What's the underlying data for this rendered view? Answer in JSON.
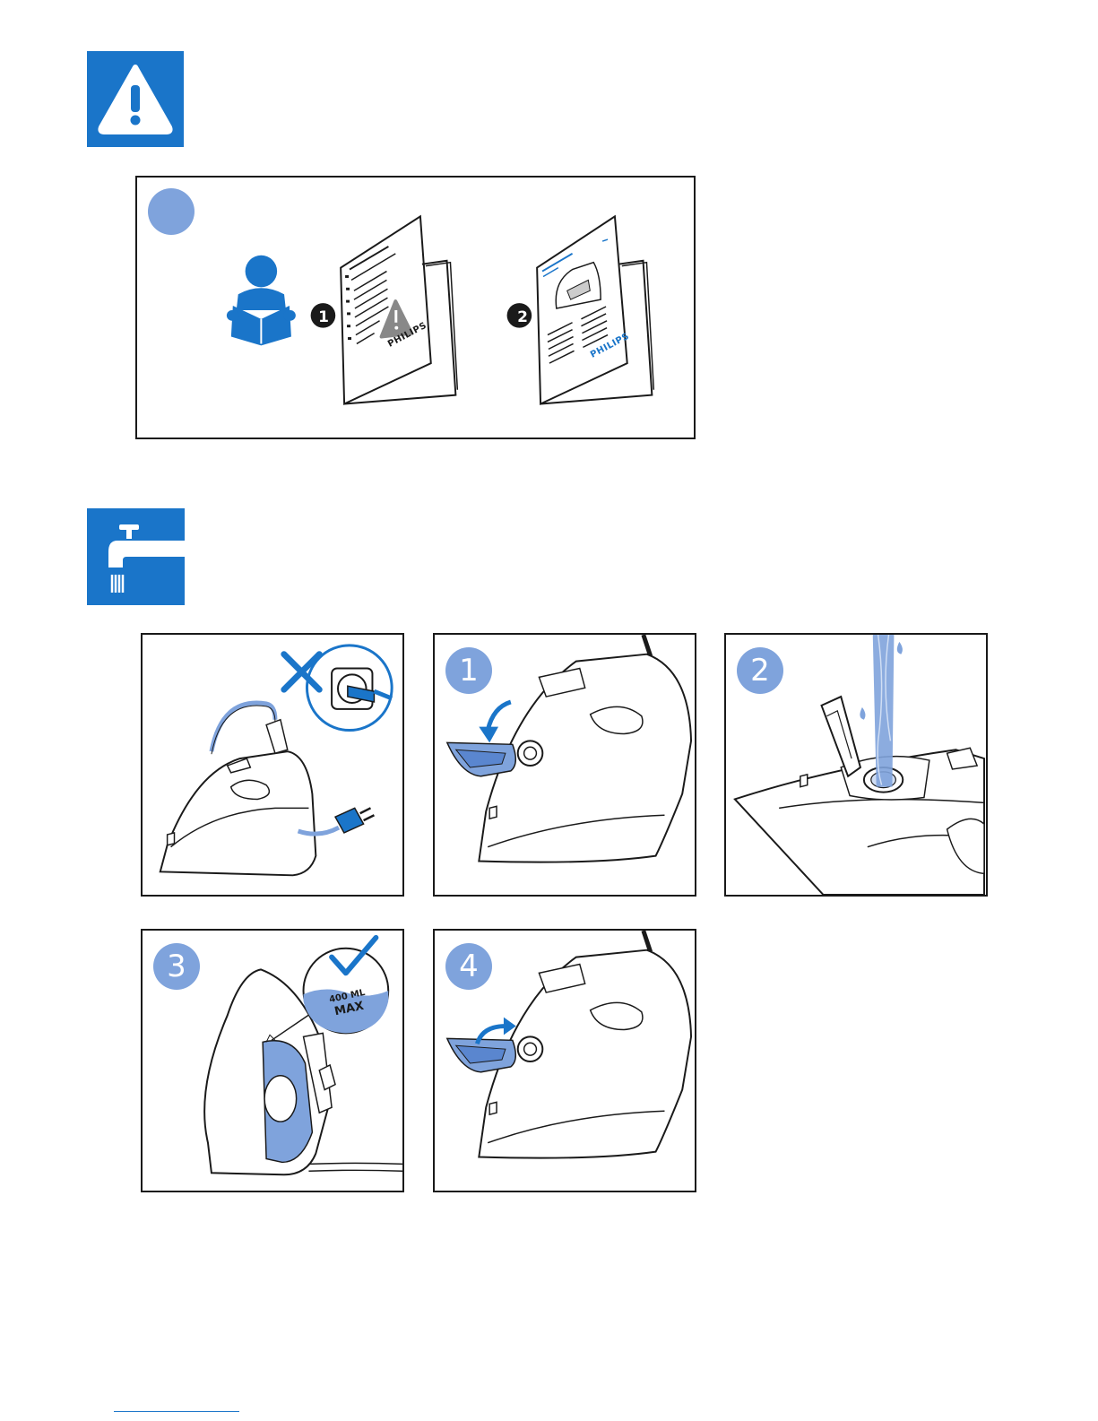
{
  "section_warning": {
    "icon": "warning-triangle-icon",
    "accent": "#1a75c9",
    "panel": {
      "books": [
        {
          "number": "1",
          "brand": "PHILIPS"
        },
        {
          "number": "2",
          "brand": "PHILIPS"
        }
      ]
    }
  },
  "section_water": {
    "icon": "water-tap-icon",
    "steps": [
      {
        "label": ""
      },
      {
        "label": "1"
      },
      {
        "label": "2"
      },
      {
        "label": "3",
        "gauge_top": "400 ML",
        "gauge_bottom": "MAX"
      },
      {
        "label": "4"
      }
    ]
  },
  "colors": {
    "blue": "#1a75c9",
    "light_blue": "#7fa3dc",
    "ink": "#1a1a1a"
  }
}
